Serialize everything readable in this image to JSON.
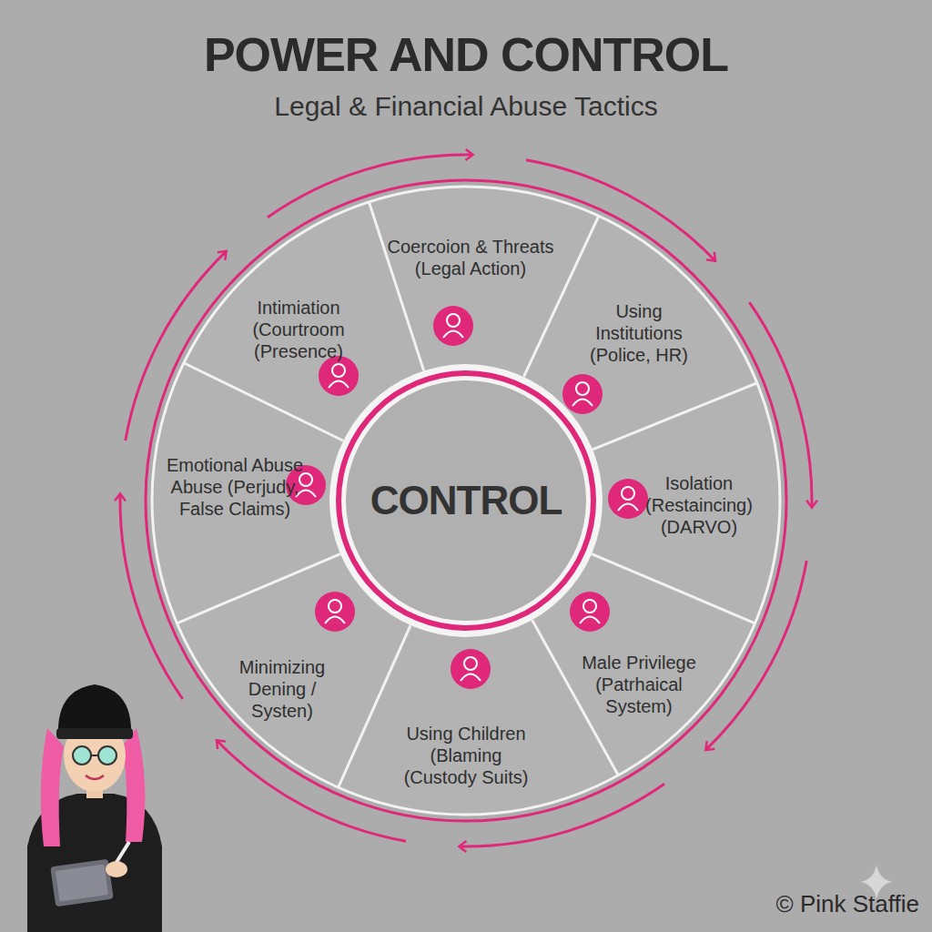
{
  "diagram": {
    "title": "POWER AND CONTROL",
    "nodes": [
      {
        "text": [
          "Coercoion & Threats (Legal Action)"
        ]
      },
      {
        "text": [
          "Intimiation (Courtroom (Presence)"
        ]
      },
      {
        "text": [
          "Using Institutions (Police, HR)"
        ]
      },
      {
        "text": [
          "Emotional Abuse Abuse (Perjudy, False Claims)"
        ]
      },
      {
        "text": [
          "CONTROL"
        ]
      },
      {
        "text": [
          "Isolation (Restaincing) (DARVO)"
        ]
      },
      {
        "text": [
          "Minimizing Dening / Systen)"
        ]
      },
      {
        "text": [
          "Male Privilege (Patrhaical System)"
        ]
      },
      {
        "text": [
          "Using Children (Blaming (Custody Suits)"
        ]
      }
    ],
    "labels": [
      "Legal & Financial Abuse Tactics",
      "© Pink Staffie"
    ]
  }
}
